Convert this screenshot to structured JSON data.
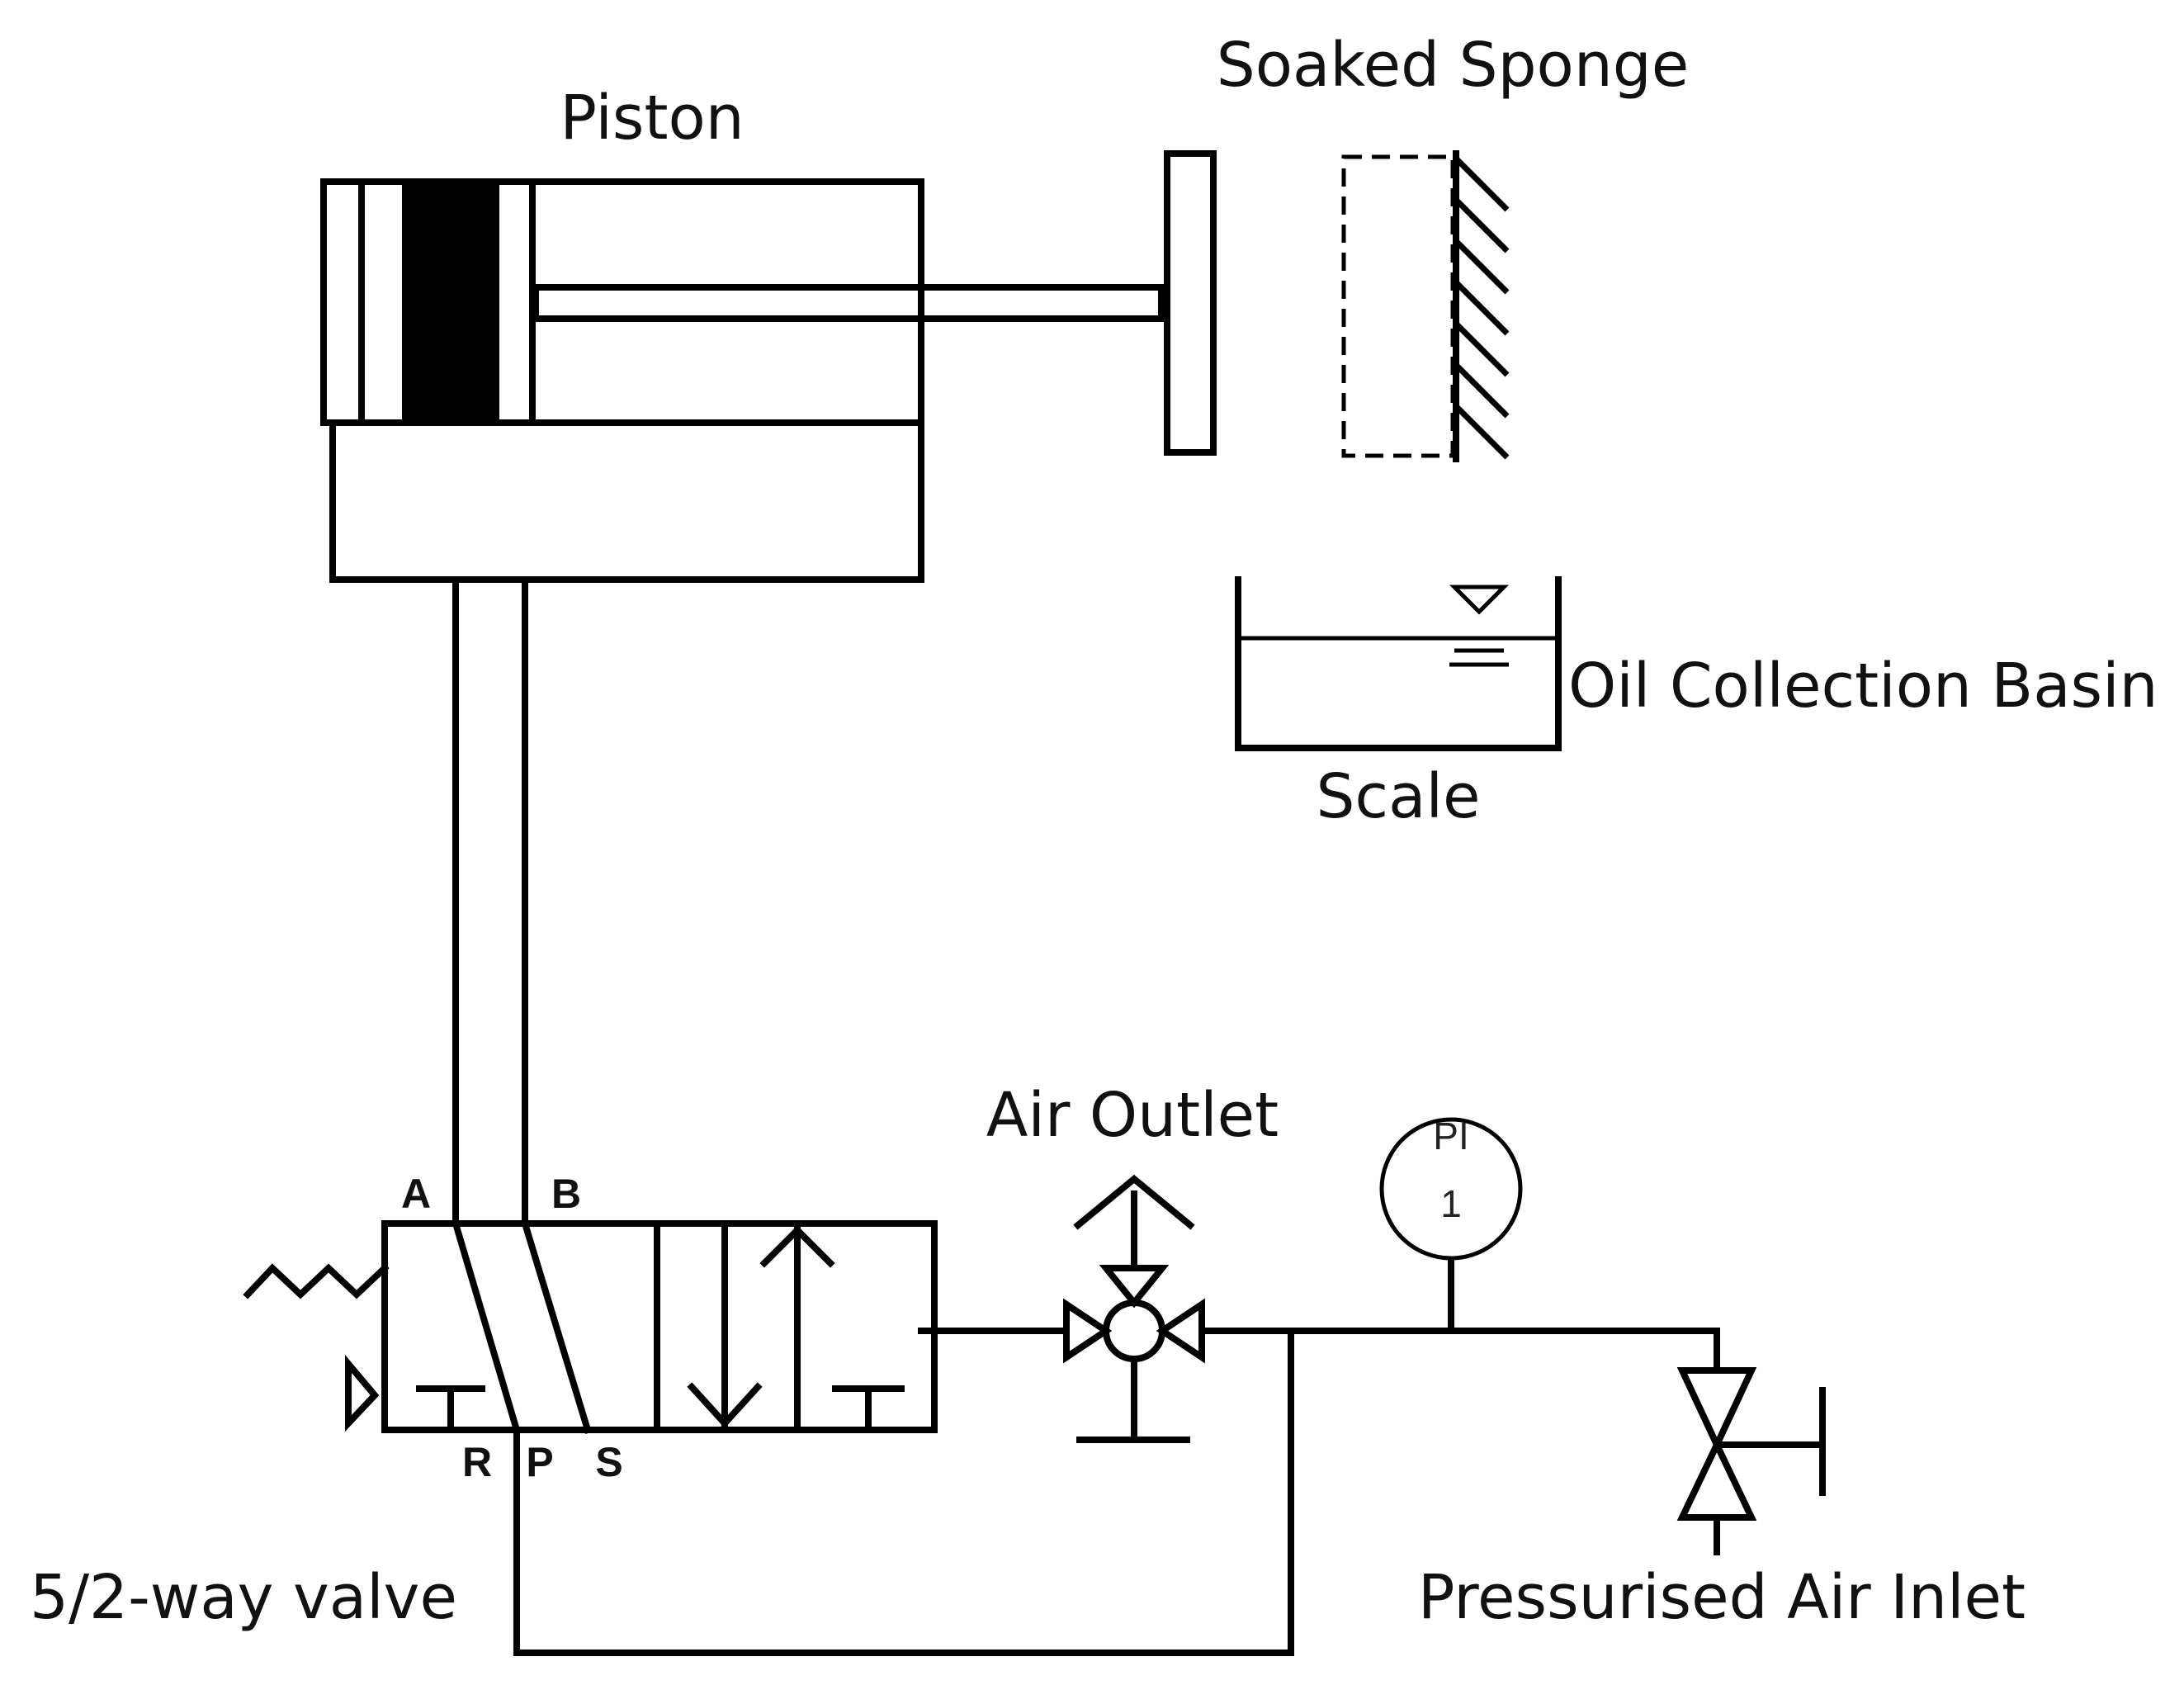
{
  "labels": {
    "piston": "Piston",
    "soaked_sponge": "Soaked Sponge",
    "oil_basin": "Oil Collection Basin",
    "scale": "Scale",
    "air_outlet": "Air Outlet",
    "valve": "5/2-way valve",
    "air_inlet": "Pressurised Air Inlet"
  },
  "ports": {
    "a": "A",
    "b": "B",
    "r": "R",
    "p": "P",
    "s": "S"
  },
  "gauge": {
    "tag": "PI",
    "number": "1"
  },
  "colors": {
    "line": "#000000",
    "background": "#ffffff"
  }
}
